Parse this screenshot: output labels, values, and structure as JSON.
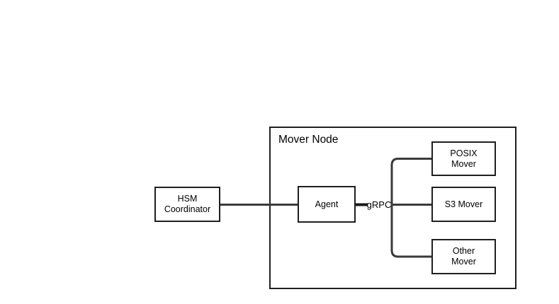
{
  "diagram": {
    "title": "Mover Node",
    "nodes": {
      "hsm": {
        "lines": [
          "HSM",
          "Coordinator"
        ]
      },
      "agent": {
        "lines": [
          "Agent"
        ]
      },
      "posix": {
        "lines": [
          "POSIX",
          "Mover"
        ]
      },
      "s3": {
        "lines": [
          "S3 Mover"
        ]
      },
      "other": {
        "lines": [
          "Other",
          "Mover"
        ]
      }
    },
    "edge_labels": {
      "grpc": "gRPC"
    },
    "colors": {
      "background": "#ffffff",
      "box_border": "#1f1f1f",
      "connector": "#3a3a3a",
      "text": "#000000"
    }
  }
}
